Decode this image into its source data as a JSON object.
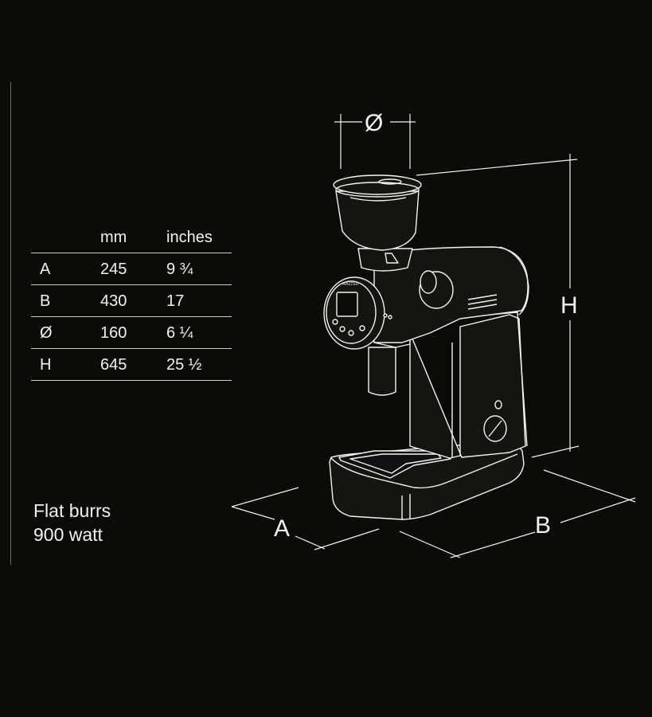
{
  "table": {
    "headers": [
      "",
      "mm",
      "inches"
    ],
    "rows": [
      {
        "label": "A",
        "mm": "245",
        "inches": "9 ¾"
      },
      {
        "label": "B",
        "mm": "430",
        "inches": "17"
      },
      {
        "label": "Ø",
        "mm": "160",
        "inches": "6 ¼"
      },
      {
        "label": "H",
        "mm": "645",
        "inches": "25 ½"
      }
    ]
  },
  "notes": [
    "Flat burrs",
    "900 watt"
  ],
  "dimension_labels": {
    "diameter": "Ø",
    "height": "H",
    "depth": "A",
    "width": "B"
  },
  "brand_mark": "MAZZER",
  "colors": {
    "background": "#0b0c08",
    "line": "#f2f2f2",
    "grinder_fill": "#14150f"
  }
}
